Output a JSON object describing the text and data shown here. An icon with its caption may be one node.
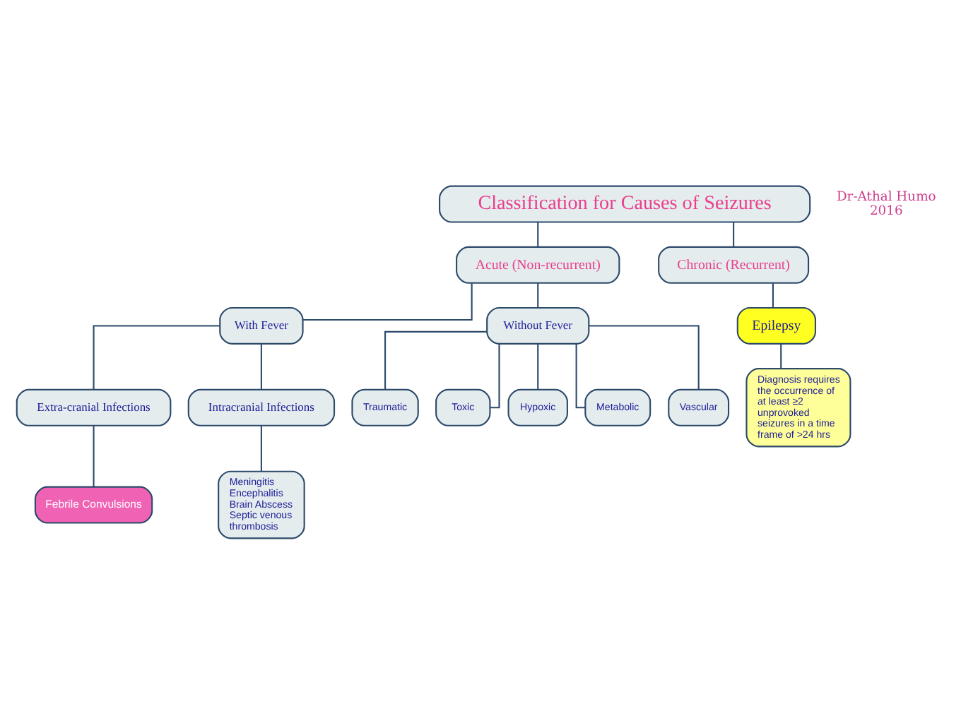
{
  "diagram": {
    "nodes": [
      {
        "text": [
          "Classification for Causes of Seizures"
        ]
      },
      {
        "text": [
          "Acute (Non-recurrent)"
        ]
      },
      {
        "text": [
          "Chronic (Recurrent)"
        ]
      },
      {
        "text": [
          "With Fever"
        ]
      },
      {
        "text": [
          "Without Fever"
        ]
      },
      {
        "text": [
          "Epilepsy"
        ]
      },
      {
        "text": [
          "Diagnosis requires the occurrence of at least ≥2 unprovoked seizures in a time frame of >24 hrs"
        ]
      },
      {
        "text": [
          "Extra-cranial Infections"
        ]
      },
      {
        "text": [
          "Intracranial Infections"
        ]
      },
      {
        "text": [
          "Traumatic"
        ]
      },
      {
        "text": [
          "Toxic"
        ]
      },
      {
        "text": [
          "Hypoxic"
        ]
      },
      {
        "text": [
          "Metabolic"
        ]
      },
      {
        "text": [
          "Vascular"
        ]
      },
      {
        "text": [
          "Febrile Convulsions"
        ]
      },
      {
        "text": [
          "Meningitis",
          "Encephalitis",
          "Brain Abscess",
          "Septic venous thrombosis"
        ]
      }
    ],
    "edges": [
      {
        "from": 0,
        "to": 1,
        "arrow": "none"
      },
      {
        "from": 0,
        "to": 2,
        "arrow": "none"
      },
      {
        "from": 1,
        "to": 3,
        "arrow": "none"
      },
      {
        "from": 1,
        "to": 4,
        "arrow": "none"
      },
      {
        "from": 2,
        "to": 5,
        "arrow": "none"
      },
      {
        "from": 5,
        "to": 6,
        "arrow": "none"
      },
      {
        "from": 3,
        "to": 7,
        "arrow": "none"
      },
      {
        "from": 3,
        "to": 8,
        "arrow": "none"
      },
      {
        "from": 4,
        "to": 9,
        "arrow": "none"
      },
      {
        "from": 4,
        "to": 10,
        "arrow": "none"
      },
      {
        "from": 4,
        "to": 11,
        "arrow": "none"
      },
      {
        "from": 4,
        "to": 12,
        "arrow": "none"
      },
      {
        "from": 4,
        "to": 13,
        "arrow": "none"
      },
      {
        "from": 7,
        "to": 14,
        "arrow": "none"
      },
      {
        "from": 8,
        "to": 15,
        "arrow": "none"
      }
    ],
    "labels": [
      "Dr-Athal Humo",
      "2016"
    ]
  }
}
